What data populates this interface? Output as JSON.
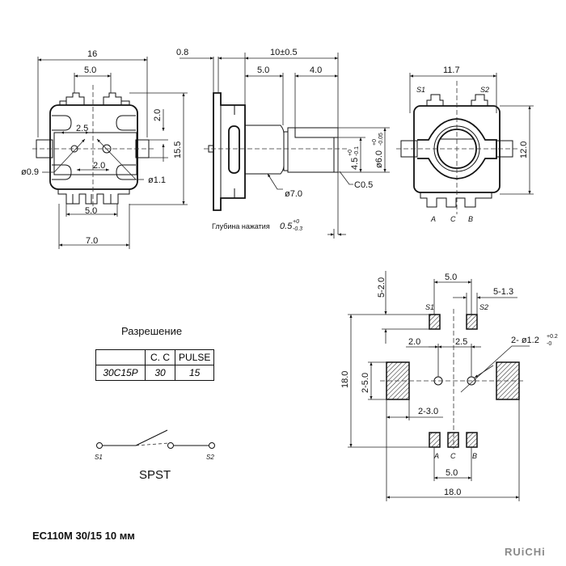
{
  "title": "EC110M 30/15 10 мм",
  "brand": "RUiCHi",
  "front_view": {
    "dims": {
      "width": "16",
      "pin_pitch_top": "5.0",
      "hole_spacing_x": "2.5",
      "hole_offset": "2.0",
      "tab_offset": "2.0",
      "height": "15.5",
      "hole_left": "ø0.9",
      "hole_right": "ø1.1",
      "pin_pitch_bottom": "5.0",
      "pin_span": "7.0"
    }
  },
  "side_view": {
    "dims": {
      "flange": "0.8",
      "shaft_length": "10±0.5",
      "collar": "5.0",
      "flat": "4.0",
      "flat_height": "4.5",
      "flat_tol_upper": "+0",
      "flat_tol_lower": "-0.1",
      "shaft_dia": "ø6.0",
      "shaft_tol_upper": "+0",
      "shaft_tol_lower": "-0.05",
      "collar_dia": "ø7.0",
      "chamfer": "C0.5",
      "press_depth_label": "Глубина нажатия",
      "press_depth": "0.5",
      "press_tol_upper": "+0",
      "press_tol_lower": "-0.3"
    }
  },
  "rear_view": {
    "dims": {
      "width": "11.7",
      "height": "12.0"
    },
    "pins_top": [
      "S1",
      "S2"
    ],
    "pins_bottom": [
      "A",
      "C",
      "B"
    ]
  },
  "pcb_layout": {
    "dims": {
      "pad_pitch_top": "5.0",
      "pad_length": "5-2.0",
      "pad_width": "5-1.3",
      "hole_left_offset": "2.0",
      "hole_right_offset": "2.5",
      "holes": "2- ø1.2",
      "holes_tol_upper": "+0.2",
      "holes_tol_lower": "-0",
      "height": "18.0",
      "mount_pad_height": "2-5.0",
      "mount_pad_width": "2-3.0",
      "pad_pitch_bottom": "5.0",
      "width": "18.0"
    },
    "pads_top": [
      "S1",
      "S2"
    ],
    "pads_bottom": [
      "A",
      "C",
      "B"
    ]
  },
  "resolution": {
    "title": "Разрешение",
    "headers": [
      "",
      "C. C",
      "PULSE"
    ],
    "rows": [
      [
        "30C15P",
        "30",
        "15"
      ]
    ]
  },
  "switch": {
    "label": "SPST",
    "terminals": [
      "S1",
      "S2"
    ]
  }
}
